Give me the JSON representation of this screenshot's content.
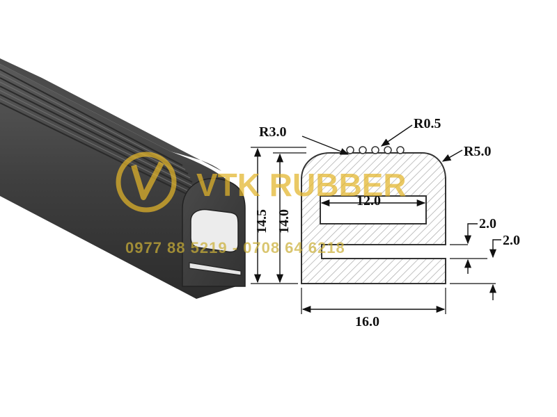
{
  "drawing": {
    "dimensions": {
      "r_large": "R3.0",
      "r_small": "R0.5",
      "r_corner": "R5.0",
      "outer_height": "14.5",
      "inner_height": "14.0",
      "inner_width": "12.0",
      "total_width": "16.0",
      "wall_top": "2.0",
      "wall_bottom": "2.0"
    }
  },
  "watermark": {
    "brand": "VTK RUBBER",
    "phones": "0977 88 5219 - 0708 64 6218"
  },
  "colors": {
    "profile_dark": "#3d3d3d",
    "hatch": "#9a9a9a",
    "watermark": "#e3b52a"
  }
}
